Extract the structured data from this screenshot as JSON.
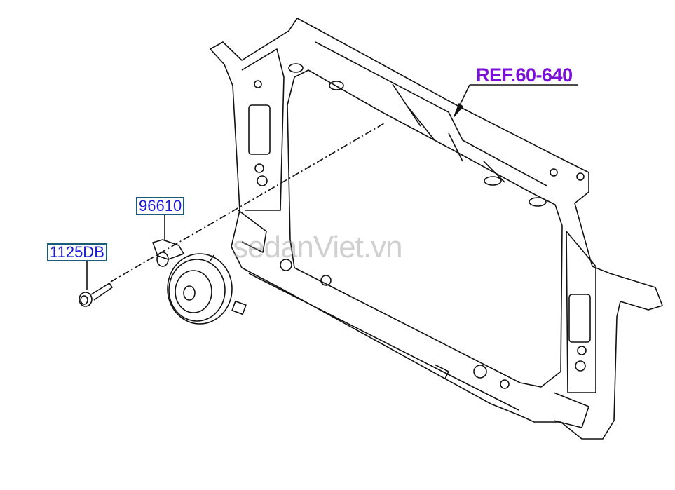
{
  "labels": {
    "horn_part": "96610",
    "bolt_part": "1125DB",
    "reference": "REF.60-640"
  },
  "watermark": "sedanViet.vn",
  "colors": {
    "part_label_text": "#1a1ad6",
    "part_label_border": "#1b5a78",
    "reference_text": "#7a10d8",
    "line": "#000000"
  }
}
